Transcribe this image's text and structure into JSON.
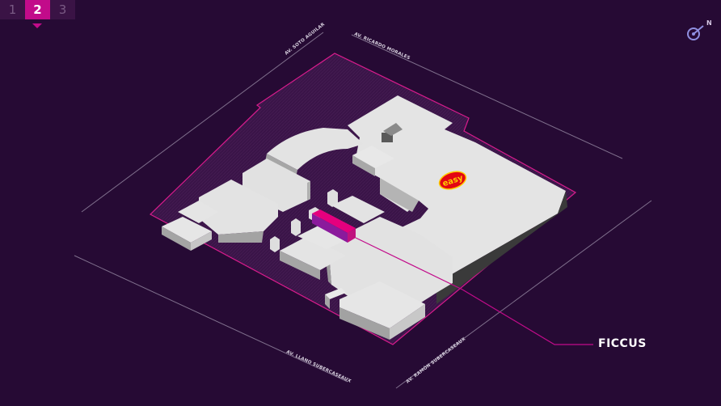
{
  "floors": {
    "tabs": [
      {
        "label": "1",
        "active": false
      },
      {
        "label": "2",
        "active": true
      },
      {
        "label": "3",
        "active": false
      }
    ]
  },
  "compass": {
    "label": "N"
  },
  "streets": {
    "soto_aguilar": "AV. SOTO AGUILAR",
    "ricardo_morales": "AV. RICARDO MORALES",
    "llano_subercaseaux": "AV. LLANO SUBERCASEAUX",
    "ramon_subercaseaux": "AV. RAMÓN SUBERCASEAUX"
  },
  "anchor_store": {
    "label": "easy"
  },
  "highlighted_store": {
    "label": "FICCUS"
  },
  "colors": {
    "background": "#260a34",
    "accent": "#c20b8a",
    "building_top": "#e6e6e6",
    "building_side": "#a7a7a7",
    "site_outline": "#d81b8c"
  }
}
